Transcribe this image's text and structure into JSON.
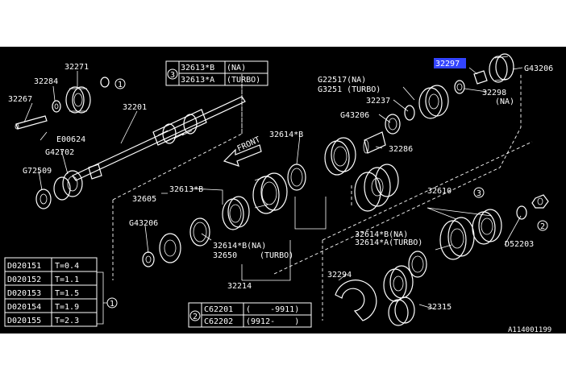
{
  "diagram": {
    "parts": {
      "p32271": "32271",
      "p32284": "32284",
      "p32267": "32267",
      "p32201": "32201",
      "pE00624": "E00624",
      "pG42702": "G42702",
      "pG72509": "G72509",
      "p32297": "32297",
      "pG43206_top": "G43206",
      "pG22517": "G22517(NA)",
      "pG3251": "G3251 (TURBO)",
      "p32237": "32237",
      "p32298": "32298",
      "p32298_na": "(NA)",
      "pG43206_mid": "G43206",
      "p32286": "32286",
      "p32614B": "32614*B",
      "p32605": "32605",
      "p32613B": "32613*B",
      "pG43206_low": "G43206",
      "p32614B_na": "32614*B(NA)",
      "p32650": "32650",
      "p32650_turbo": "(TURBO)",
      "p32214": "32214",
      "p32610": "32610",
      "p32614B_na2": "32614*B(NA)",
      "p32614A_turbo": "32614*A(TURBO)",
      "pD52203": "D52203",
      "p32294": "32294",
      "p32315": "32315",
      "front": "FRONT",
      "ref": "A114001199"
    },
    "callouts": {
      "c1": "1",
      "c2": "2",
      "c3": "3"
    },
    "table_32613": [
      {
        "part": "32613*B",
        "note": "NA"
      },
      {
        "part": "32613*A",
        "note": "TURBO"
      }
    ],
    "table_shims": [
      {
        "part": "D020151",
        "t": "T=0.4"
      },
      {
        "part": "D020152",
        "t": "T=1.1"
      },
      {
        "part": "D020153",
        "t": "T=1.5"
      },
      {
        "part": "D020154",
        "t": "T=1.9"
      },
      {
        "part": "D020155",
        "t": "T=2.3"
      }
    ],
    "table_c622": [
      {
        "part": "C62201",
        "range": "(    -9911)"
      },
      {
        "part": "C62202",
        "range": "(9912-    )"
      }
    ]
  }
}
